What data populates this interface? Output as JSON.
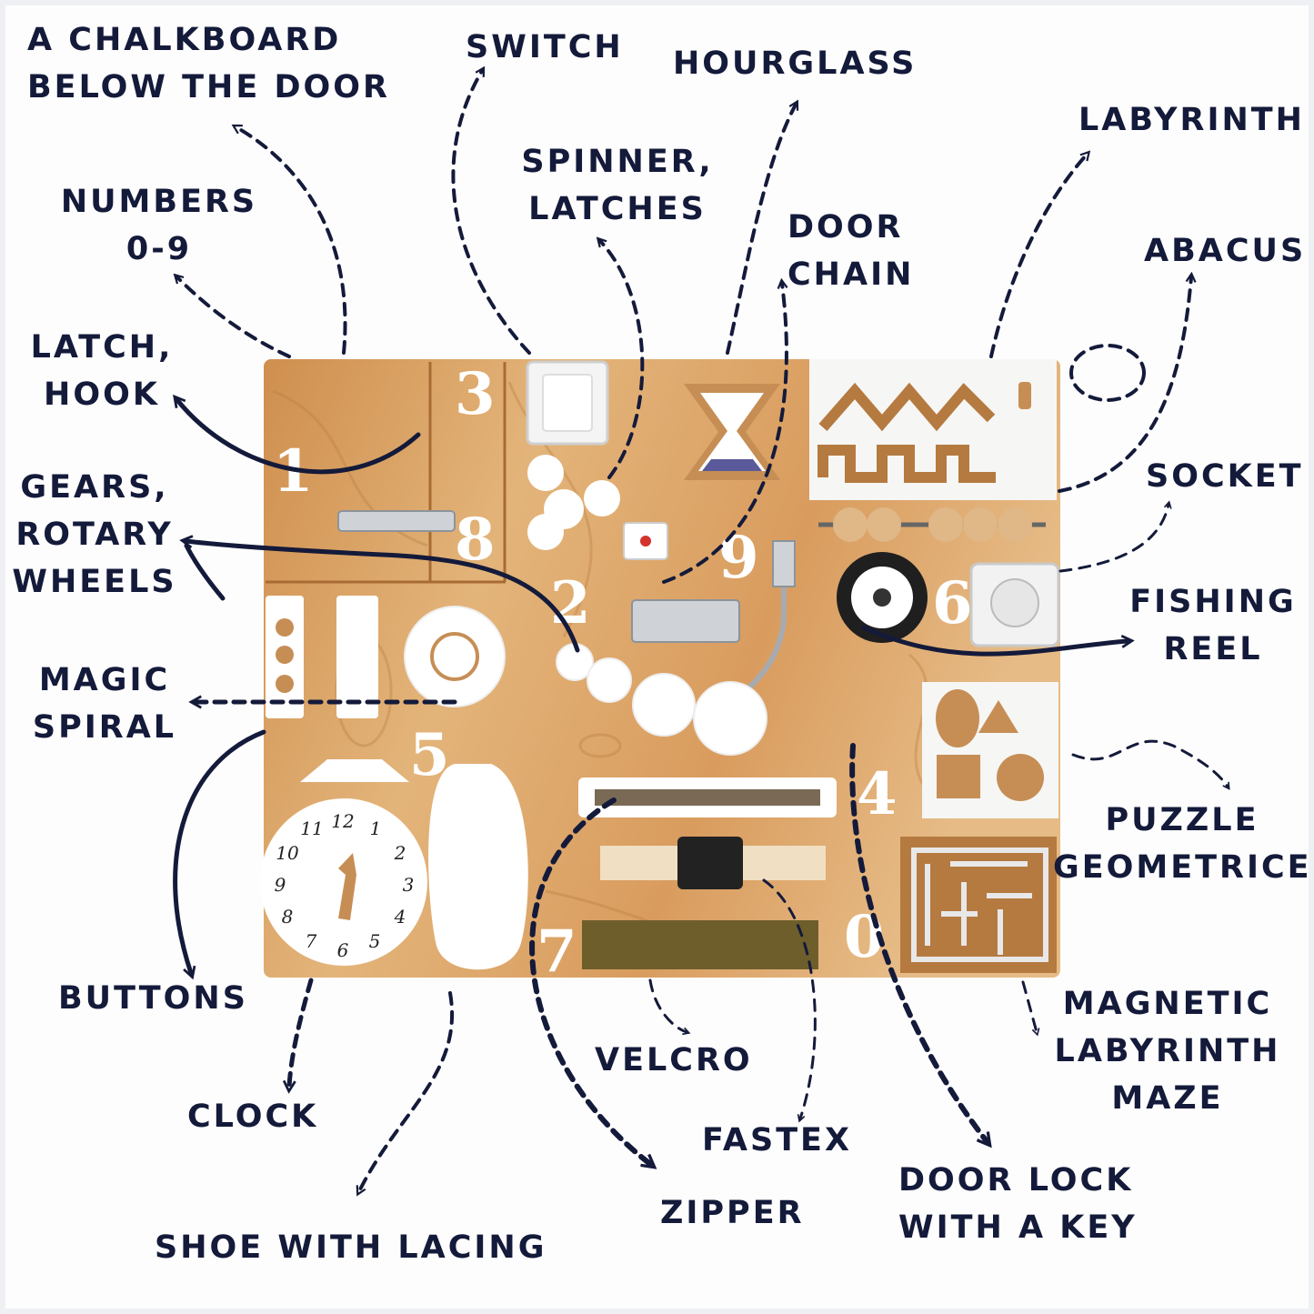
{
  "labels": {
    "chalkboard": [
      "A CHALKBOARD",
      "BELOW THE DOOR"
    ],
    "switch": [
      "SWITCH"
    ],
    "hourglass": [
      "HOURGLASS"
    ],
    "labyrinth": [
      "LABYRINTH"
    ],
    "numbers": [
      "NUMBERS",
      "0-9"
    ],
    "spinner": [
      "SPINNER,",
      "LATCHES"
    ],
    "door_chain": [
      "DOOR",
      "CHAIN"
    ],
    "abacus": [
      "ABACUS"
    ],
    "latch_hook": [
      "LATCH,",
      "HOOK"
    ],
    "socket": [
      "SOCKET"
    ],
    "gears": [
      "GEARS,",
      "ROTARY",
      "WHEELS"
    ],
    "fishing_reel": [
      "FISHING",
      "REEL"
    ],
    "magic_spiral": [
      "MAGIC",
      "SPIRAL"
    ],
    "puzzle": [
      "PUZZLE",
      "GEOMETRICE"
    ],
    "buttons": [
      "BUTTONS"
    ],
    "magnetic_maze": [
      "MAGNETIC",
      "LABYRINTH",
      "MAZE"
    ],
    "clock": [
      "CLOCK"
    ],
    "velcro": [
      "VELCRO"
    ],
    "fastex": [
      "FASTEX"
    ],
    "door_lock": [
      "DOOR LOCK",
      "WITH A KEY"
    ],
    "zipper": [
      "ZIPPER"
    ],
    "shoe": [
      "SHOE WITH LACING"
    ]
  },
  "board": {
    "numbers": [
      "1",
      "3",
      "8",
      "9",
      "2",
      "6",
      "5",
      "4",
      "7",
      "0"
    ],
    "clock_numbers": [
      "12",
      "1",
      "2",
      "3",
      "4",
      "5",
      "6",
      "7",
      "8",
      "9",
      "10",
      "11"
    ]
  },
  "colors": {
    "text": "#141a3a",
    "wood": "#d9a468",
    "white_parts": "#ffffff"
  }
}
